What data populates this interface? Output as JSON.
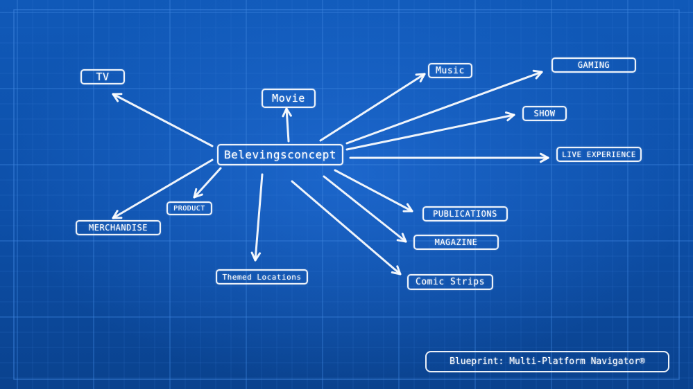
{
  "center": {
    "label": "Belevingsconcept"
  },
  "nodes": [
    {
      "id": "tv",
      "label": "TV"
    },
    {
      "id": "movie",
      "label": "Movie"
    },
    {
      "id": "music",
      "label": "Music"
    },
    {
      "id": "gaming",
      "label": "GAMING"
    },
    {
      "id": "show",
      "label": "SHOW"
    },
    {
      "id": "live-experience",
      "label": "LIVE EXPERIENCE"
    },
    {
      "id": "product",
      "label": "PRODUCT"
    },
    {
      "id": "merchandise",
      "label": "MERCHANDISE"
    },
    {
      "id": "themed-locations",
      "label": "Themed Locations"
    },
    {
      "id": "publications",
      "label": "PUBLICATIONS"
    },
    {
      "id": "magazine",
      "label": "MAGAZINE"
    },
    {
      "id": "comic-strips",
      "label": "Comic Strips"
    }
  ],
  "caption": "Blueprint: Multi-Platform Navigator®",
  "colors": {
    "background": "#0d4fa8",
    "chalk": "#ffffff",
    "grid": "#3f86e0"
  }
}
